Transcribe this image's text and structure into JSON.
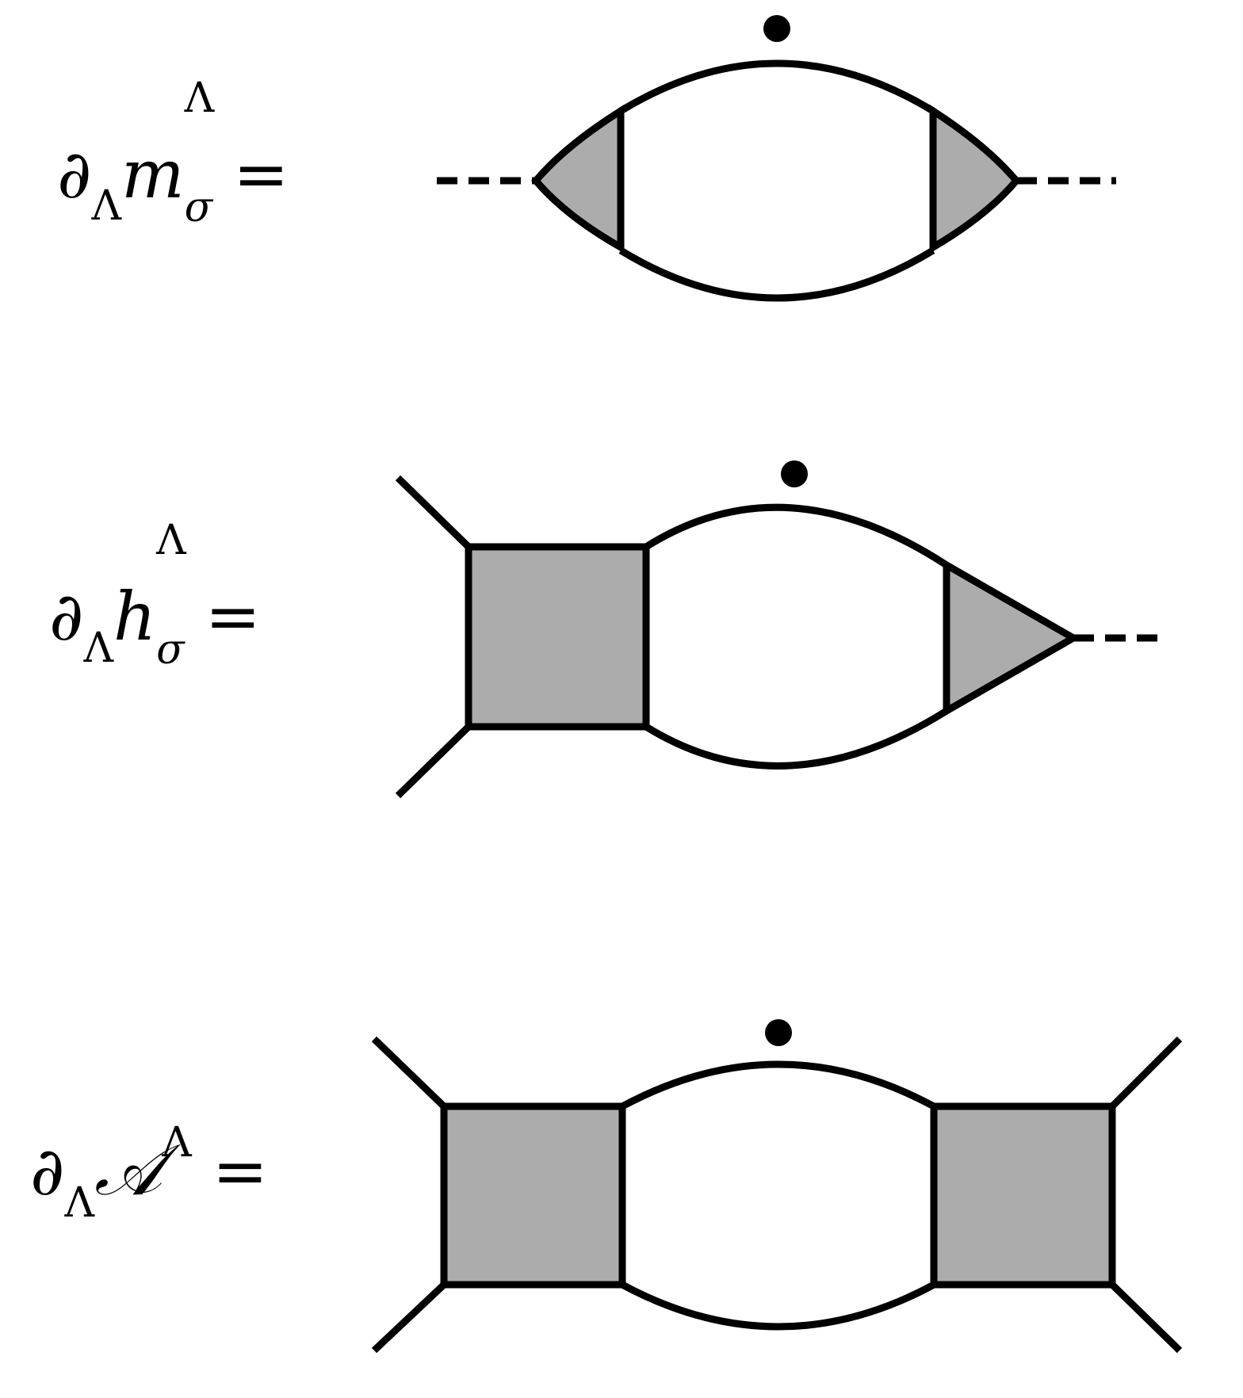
{
  "equations": [
    {
      "symbol": "m",
      "superscript": "Λ",
      "subscript": "σ",
      "partial": "∂",
      "partial_sub": "Λ",
      "equals": "="
    },
    {
      "symbol": "h",
      "superscript": "Λ",
      "subscript": "σ",
      "partial": "∂",
      "partial_sub": "Λ",
      "equals": "="
    },
    {
      "symbol": "𝒜",
      "superscript": "Λ",
      "partial": "∂",
      "partial_sub": "Λ",
      "equals": "="
    }
  ],
  "colors": {
    "vertex_fill": "#acacac",
    "line": "#000000",
    "background": "#ffffff"
  }
}
